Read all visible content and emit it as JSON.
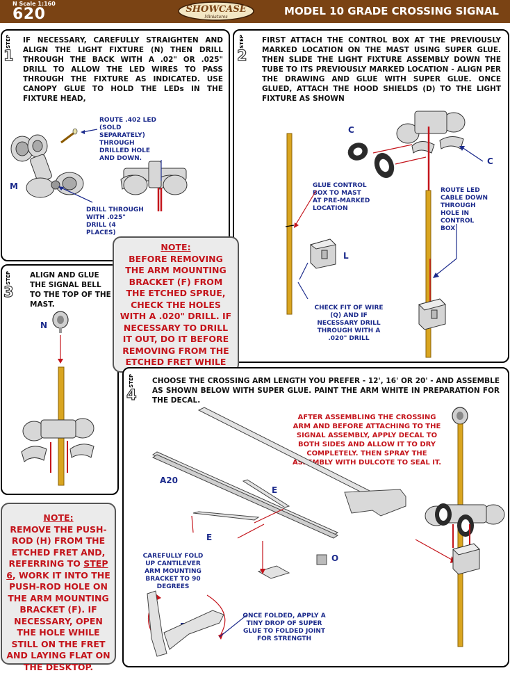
{
  "header": {
    "scale": "N Scale 1:160",
    "number": "620",
    "logo_main": "SHOWCASE",
    "logo_sub": "Miniatures",
    "title": "MODEL 10 GRADE CROSSING SIGNAL"
  },
  "step_word": "STEP",
  "step1": {
    "num": "1",
    "text": "IF NECESSARY, CAREFULLY STRAIGHTEN AND ALIGN THE LIGHT FIXTURE (N) THEN DRILL THROUGH THE BACK WITH A .02\" OR .025\" DRILL TO ALLOW THE LED WIRES TO PASS THROUGH THE FIXTURE AS INDICATED. USE CANOPY GLUE TO HOLD THE LEDs IN THE FIXTURE HEAD,",
    "label_route": "ROUTE .402 LED (SOLD SEPARATELY) THROUGH DRILLED HOLE AND DOWN.",
    "label_drill": "DRILL THROUGH WITH .025\" DRILL (4 PLACES)",
    "label_m": "M"
  },
  "step2": {
    "num": "2",
    "text": "FIRST ATTACH THE CONTROL BOX AT THE PREVIOUSLY MARKED LOCATION ON THE MAST USING SUPER GLUE. THEN SLIDE THE LIGHT FIXTURE ASSEMBLY DOWN THE TUBE TO ITS PREVIOUSLY MARKED LOCATION - ALIGN PER THE DRAWING AND GLUE WITH SUPER GLUE. ONCE GLUED, ATTACH THE HOOD SHIELDS (D) TO THE LIGHT FIXTURE AS SHOWN",
    "label_glue": "GLUE CONTROL BOX TO MAST AT PRE-MARKED LOCATION",
    "label_route": "ROUTE LED CABLE DOWN THROUGH HOLE IN CONTROL BOX",
    "label_check": "CHECK FIT OF WIRE (Q) AND IF NECESSARY DRILL THROUGH WITH A .020\" DRILL",
    "label_c1": "C",
    "label_c2": "C",
    "label_l": "L"
  },
  "step3": {
    "num": "3",
    "text": "ALIGN AND GLUE THE SIGNAL BELL TO THE TOP OF THE MAST.",
    "label_n": "N"
  },
  "note1": {
    "title": "NOTE:",
    "text": "BEFORE REMOVING THE ARM MOUNTING BRACKET (F) FROM THE ETCHED SPRUE, CHECK THE HOLES WITH A .020\" DRILL. IF NECESSARY TO DRILL IT OUT, DO IT BEFORE REMOVING FROM THE ETCHED FRET WHILE LAYING FLAT ON THE DESKTOP."
  },
  "note2": {
    "title": "NOTE:",
    "text_a": "REMOVE THE PUSH-ROD (H) FROM THE ETCHED FRET AND, REFERRING TO ",
    "link": "STEP 6",
    "text_b": ", WORK IT INTO THE PUSH-ROD HOLE ON THE ARM MOUNTING BRACKET (F). IF NECESSARY, OPEN THE HOLE WHILE STILL ON THE FRET AND LAYING FLAT ON THE DESKTOP."
  },
  "step4": {
    "num": "4",
    "text": "CHOOSE THE CROSSING ARM LENGTH YOU PREFER - 12', 16' OR 20' - AND ASSEMBLE AS SHOWN BELOW WITH SUPER GLUE. PAINT THE ARM WHITE IN PREPARATION FOR THE DECAL.",
    "label_decal": "AFTER ASSEMBLING THE CROSSING ARM AND BEFORE ATTACHING TO THE SIGNAL ASSEMBLY, APPLY DECAL TO BOTH SIDES AND ALLOW IT TO DRY COMPLETELY. THEN SPRAY THE ASSEMBLY WITH DULCOTE TO SEAL IT.",
    "label_fold": "CAREFULLY FOLD UP CANTILEVER ARM MOUNTING BRACKET TO 90 DEGREES",
    "label_once": "ONCE FOLDED, APPLY A TINY DROP OF SUPER GLUE TO FOLDED JOINT FOR STRENGTH",
    "label_a20": "A20",
    "label_e1": "E",
    "label_e2": "E",
    "label_o": "O",
    "label_f": "F"
  },
  "colors": {
    "header_bg": "#7a4314",
    "label_blue": "#1c2b8c",
    "note_red": "#c4141b",
    "mast_brass": "#d9a520",
    "wire_red": "#c4141b"
  }
}
